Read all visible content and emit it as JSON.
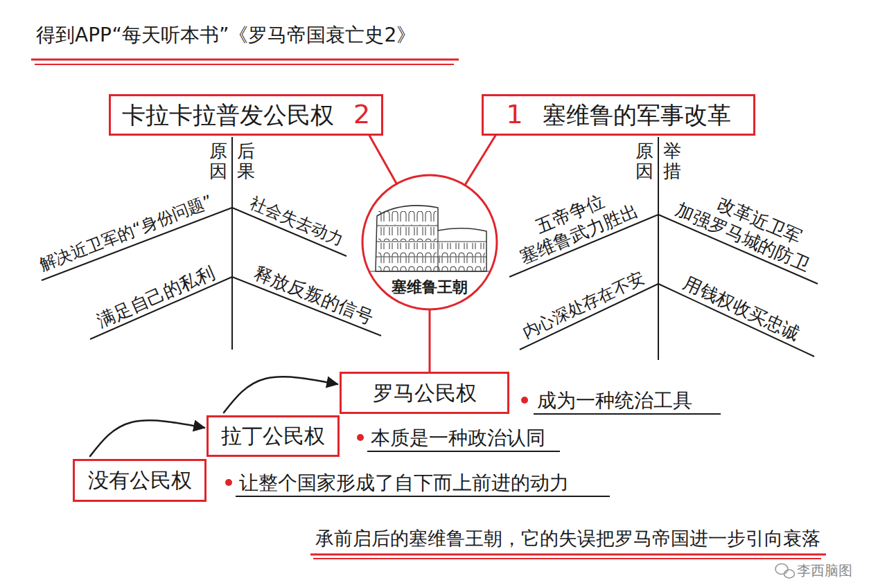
{
  "diagram": {
    "title": "得到APP“每天听本书”《罗马帝国衰亡史2》",
    "caption": "承前启后的塞维鲁王朝，它的失误把罗马帝国进一步引向衰落",
    "nodes": [
      {
        "text": [
          "卡拉卡拉普发公民权",
          "2"
        ]
      },
      {
        "text": [
          "1",
          "塞维鲁的军事改革"
        ]
      },
      {
        "text": [
          "塞维鲁王朝"
        ]
      },
      {
        "text": [
          "罗马公民权"
        ]
      },
      {
        "text": [
          "拉丁公民权"
        ]
      },
      {
        "text": [
          "没有公民权"
        ]
      }
    ],
    "edges": [
      {
        "from": 2,
        "to": 0,
        "arrow": "none"
      },
      {
        "from": 2,
        "to": 1,
        "arrow": "none"
      },
      {
        "from": 2,
        "to": 3,
        "arrow": "none"
      },
      {
        "from": 5,
        "to": 4,
        "arrow": "to"
      },
      {
        "from": 4,
        "to": 3,
        "arrow": "to"
      }
    ],
    "labels": [
      "原因",
      "后果",
      "解决近卫军的“身份问题”",
      "社会失去动力",
      "满足自己的私利",
      "释放反叛的信号",
      "原因",
      "举措",
      "五帝争位",
      "塞维鲁武力胜出",
      "内心深处存在不安",
      "改革近卫军",
      "加强罗马城的防卫",
      "用钱权收买忠诚",
      "成为一种统治工具",
      "本质是一种政治认同",
      "让整个国家形成了自下而上前进的动力",
      "李西脑图"
    ]
  }
}
